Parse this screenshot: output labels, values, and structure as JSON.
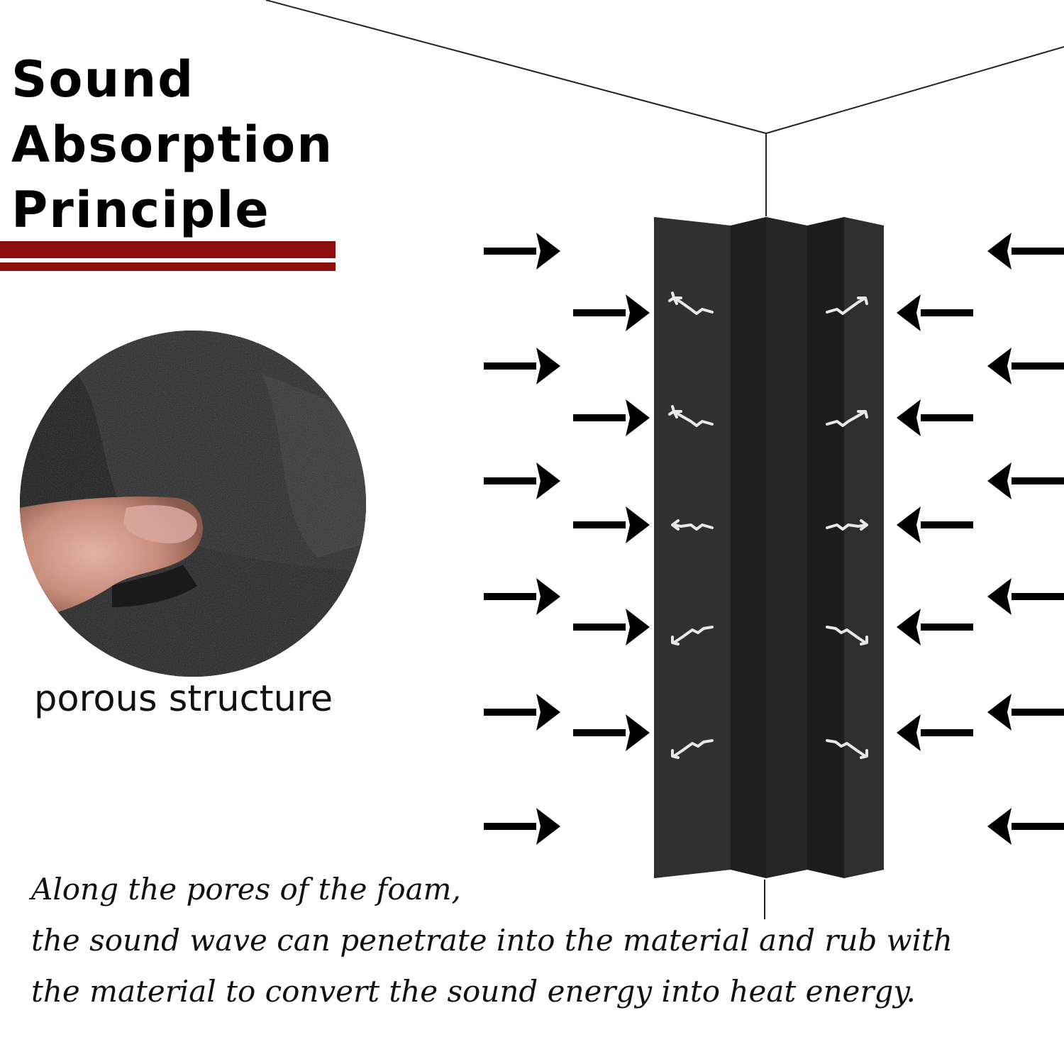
{
  "title": {
    "line1": "Sound",
    "line2": "Absorption",
    "line3": "Principle"
  },
  "porous_label": "porous structure",
  "caption": {
    "line1": "Along the pores of the foam,",
    "line2": "the sound wave can penetrate into the material and rub with",
    "line3": "the material to convert the sound energy into heat energy."
  },
  "colors": {
    "accent_bar": "#8b0e0e",
    "foam": "#2b2b2b",
    "arrow": "#000000",
    "inner_arrow": "#e8e8e8"
  },
  "icons": {
    "incoming": "arrow-right-icon",
    "incoming_right": "arrow-left-icon",
    "absorbed": "zigzag-arrow-icon"
  }
}
